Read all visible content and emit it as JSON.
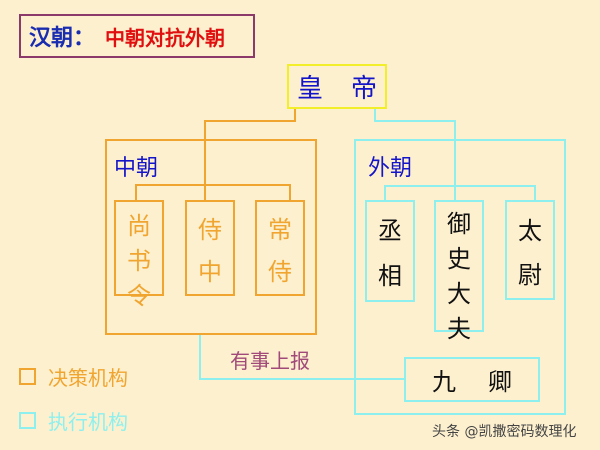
{
  "title": {
    "main": "汉朝：",
    "sub": "中朝对抗外朝"
  },
  "emperor": {
    "chars": [
      "皇",
      "帝"
    ]
  },
  "inner_court": {
    "label": "中朝",
    "offices": [
      {
        "chars": [
          "尚",
          "书",
          "令"
        ]
      },
      {
        "chars": [
          "侍",
          "中"
        ]
      },
      {
        "chars": [
          "常",
          "侍"
        ]
      }
    ]
  },
  "outer_court": {
    "label": "外朝",
    "offices": [
      {
        "chars": [
          "丞",
          "相"
        ]
      },
      {
        "chars": [
          "御",
          "史",
          "大",
          "夫"
        ]
      },
      {
        "chars": [
          "太",
          "尉"
        ]
      }
    ],
    "nine_ministers": {
      "chars": [
        "九",
        "卿"
      ]
    }
  },
  "report_note": "有事上报",
  "legend": [
    {
      "label": "决策机构",
      "color": "#f0a530"
    },
    {
      "label": "执行机构",
      "color": "#8ef0ee"
    }
  ],
  "watermark": "头条 @凯撒密码数理化",
  "colors": {
    "decision": "#f0a530",
    "execution": "#8ef0ee",
    "emperor_border": "#f2ee2a",
    "label_blue": "#1515c8",
    "title_red": "#e01010"
  }
}
